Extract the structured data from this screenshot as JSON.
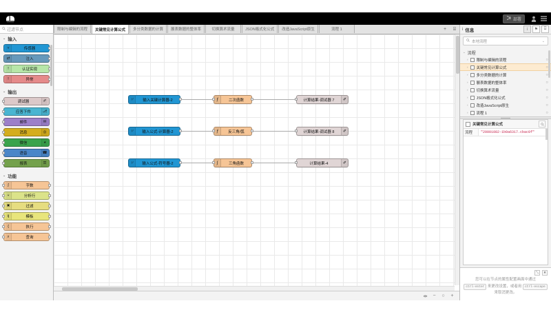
{
  "header": {
    "logo_name": "node-red-logo",
    "deploy_label": "部署",
    "deploy_icon": "deploy-icon",
    "user_icon": "user-icon",
    "menu_icon": "hamburger-menu-icon"
  },
  "palette": {
    "search_placeholder": "过滤节点",
    "search_icon": "search-icon",
    "categories": [
      {
        "name": "输入",
        "caret": "⌄",
        "nodes": [
          {
            "label": "传感器",
            "icon": "sensor-icon",
            "glyph": "⑂",
            "color": "#3FADB5",
            "bg": "#2196d3",
            "icon_side": "left",
            "has_in": false,
            "has_out": true
          },
          {
            "label": "注入",
            "icon": "inject-icon",
            "glyph": "⇄",
            "color": "#a6bbcf",
            "bg": "#6699bb",
            "icon_side": "left",
            "has_in": false,
            "has_out": true
          },
          {
            "label": "认证实现",
            "icon": "status-icon",
            "glyph": "!",
            "color": "#c7e9c0",
            "bg": "#b7e6a8",
            "icon_side": "left",
            "has_in": false,
            "has_out": true
          },
          {
            "label": "异常",
            "icon": "catch-icon",
            "glyph": "!",
            "color": "#e6b8b8",
            "bg": "#e58a8a",
            "icon_side": "left",
            "has_in": false,
            "has_out": true
          }
        ]
      },
      {
        "name": "输出",
        "caret": "⌄",
        "nodes": [
          {
            "label": "调试器",
            "icon": "debug-icon",
            "glyph": "✐",
            "color": "#dcdcdc",
            "bg": "#dcc9c9",
            "icon_side": "right",
            "has_in": true,
            "has_out": false
          },
          {
            "label": "应答下件",
            "icon": "link-out-icon",
            "glyph": "⎇",
            "color": "#4ab5d1",
            "bg": "#4ab5d1",
            "icon_side": "right",
            "has_in": true,
            "has_out": false
          },
          {
            "label": "邮件",
            "icon": "mail-icon",
            "glyph": "✉",
            "color": "#b39ddb",
            "bg": "#9c7fc9",
            "icon_side": "right",
            "has_in": true,
            "has_out": false
          },
          {
            "label": "消息",
            "icon": "chat-icon",
            "glyph": "◎",
            "color": "#d4ad1e",
            "bg": "#d4ad1e",
            "icon_side": "right",
            "has_in": true,
            "has_out": false
          },
          {
            "label": "微信",
            "icon": "wechat-icon",
            "glyph": "◕",
            "color": "#3aa34c",
            "bg": "#3aa34c",
            "icon_side": "right",
            "has_in": true,
            "has_out": false
          },
          {
            "label": "语音",
            "icon": "phone-icon",
            "glyph": "☎",
            "color": "#4a86c8",
            "bg": "#4a86c8",
            "icon_side": "right",
            "has_in": true,
            "has_out": false
          },
          {
            "label": "报表",
            "icon": "report-icon",
            "glyph": "☰",
            "color": "#74a14c",
            "bg": "#74a14c",
            "icon_side": "right",
            "has_in": true,
            "has_out": false
          }
        ]
      },
      {
        "name": "功能",
        "caret": "⌄",
        "nodes": [
          {
            "label": "字数",
            "icon": "function-icon",
            "glyph": "∫",
            "color": "#f3b57c",
            "bg": "#f6c596",
            "icon_side": "left",
            "has_in": true,
            "has_out": true
          },
          {
            "label": "分析行",
            "icon": "switch-icon",
            "glyph": "⑂",
            "color": "#d7e07a",
            "bg": "#dbe38a",
            "icon_side": "left",
            "has_in": true,
            "has_out": true
          },
          {
            "label": "过滤",
            "icon": "change-icon",
            "glyph": "✖",
            "color": "#e2d96e",
            "bg": "#e6dd80",
            "icon_side": "left",
            "has_in": true,
            "has_out": true
          },
          {
            "label": "模板",
            "icon": "template-icon",
            "glyph": "ij",
            "color": "#e4e06a",
            "bg": "#e8e57c",
            "icon_side": "left",
            "has_in": true,
            "has_out": true
          },
          {
            "label": "执行",
            "icon": "exec-icon",
            "glyph": "{",
            "color": "#f3b57c",
            "bg": "#f6c596",
            "icon_side": "left",
            "has_in": true,
            "has_out": true
          },
          {
            "label": "查询",
            "icon": "search-node-icon",
            "glyph": "⌕",
            "color": "#f3b57c",
            "bg": "#f6c596",
            "icon_side": "left",
            "has_in": true,
            "has_out": true
          }
        ]
      }
    ]
  },
  "tabs": {
    "items": [
      {
        "label": "限制与编辑的流程",
        "active": false
      },
      {
        "label": "关键常见计算公式",
        "active": true
      },
      {
        "label": "多分类数据的计算",
        "active": false
      },
      {
        "label": "展表数据的整体率",
        "active": false
      },
      {
        "label": "切换算术流量",
        "active": false
      },
      {
        "label": "JSON格式化公式",
        "active": false
      },
      {
        "label": "改造JavaScript原生",
        "active": false
      },
      {
        "label": "流程 1",
        "active": false
      }
    ],
    "add_button": "+",
    "list_button": "⌸"
  },
  "canvas": {
    "flows": [
      {
        "input": {
          "label": "输入关键计算器-2",
          "glyph": "⑂"
        },
        "func": {
          "label": "二次函数",
          "glyph": "ƒ"
        },
        "output": {
          "label": "计算结果-调试器 7",
          "glyph": "✐"
        }
      },
      {
        "input": {
          "label": "输入公式-计算器-2",
          "glyph": "⑂"
        },
        "func": {
          "label": "反三角/弧",
          "glyph": "ƒ"
        },
        "output": {
          "label": "计算结果-调试器 8",
          "glyph": "✐"
        }
      },
      {
        "input": {
          "label": "输入公式-符号器-2",
          "glyph": "⑂"
        },
        "func": {
          "label": "三角函数",
          "glyph": "∫"
        },
        "output": {
          "label": "计算结果-4",
          "glyph": "✐"
        }
      }
    ],
    "colors": {
      "input_bg": "#2196d3",
      "func_bg": "#f6c596",
      "output_bg": "#e0d5d5",
      "wire": "#aaaaaa",
      "grid": "#e9e9e9"
    },
    "zoom_controls": {
      "reset_icon": "zoom-reset-icon",
      "out_icon": "zoom-out-icon",
      "fit_icon": "zoom-fit-icon",
      "in_icon": "zoom-in-icon",
      "reset_glyph": "⇹",
      "out_glyph": "−",
      "fit_glyph": "○",
      "in_glyph": "+"
    }
  },
  "sidebar": {
    "title": "信息",
    "title_icon": "info-icon",
    "tabs": [
      {
        "name": "info-tab",
        "glyph": "i",
        "active": true
      },
      {
        "name": "debug-tab",
        "glyph": "⚑",
        "active": false
      },
      {
        "name": "config-tab",
        "glyph": "⌸",
        "active": false
      }
    ],
    "filter": {
      "placeholder": "本地流程",
      "icon": "search-icon",
      "caret": "⌄"
    },
    "tree": {
      "root_label": "流程",
      "root_caret": "⌄",
      "items": [
        {
          "label": "限制与编辑的流程",
          "selected": false
        },
        {
          "label": "关键常见计算公式",
          "selected": true
        },
        {
          "label": "多分类数据的计算",
          "selected": false
        },
        {
          "label": "展表数据的整体率",
          "selected": false
        },
        {
          "label": "切换算术流量",
          "selected": false
        },
        {
          "label": "JSON格式化公式",
          "selected": false
        },
        {
          "label": "改造JavaScript原生",
          "selected": false
        },
        {
          "label": "流程 1",
          "selected": false
        }
      ],
      "toggle_glyph": "○",
      "caret_glyph": "›"
    },
    "message": {
      "title": "关键常见计算公式",
      "icon": "flow-icon",
      "search_icon": "search-icon",
      "rows": [
        {
          "key": "流程",
          "value": "\"20001082-1b0a6317.cbac0f\""
        }
      ]
    },
    "help": {
      "tools": [
        {
          "name": "expand-icon",
          "glyph": "⤡"
        },
        {
          "name": "collapse-icon",
          "glyph": "✖"
        }
      ],
      "line1": "您可以在节点的属性配置画面中通过",
      "kbd1": "ctrl-enter",
      "line2": "来更改设置，或者用",
      "kbd2": "ctrl-escape",
      "line3": "来取消更改。"
    }
  }
}
